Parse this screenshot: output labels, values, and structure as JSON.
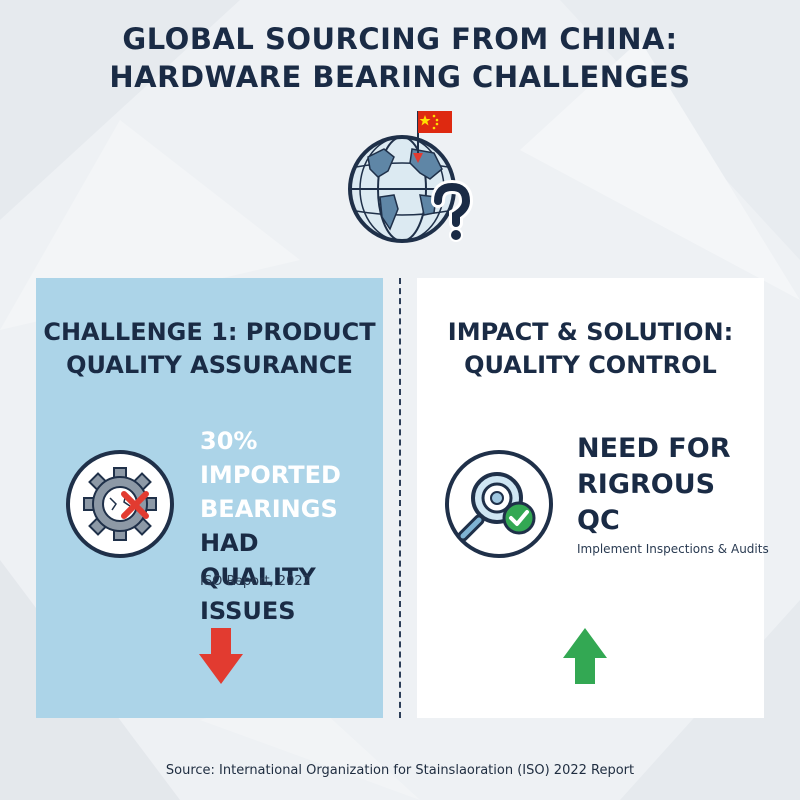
{
  "title": {
    "line1": "GLOBAL SOURCING FROM CHINA:",
    "line2": "HARDWARE BEARING CHALLENGES"
  },
  "header_icons": [
    "globe-icon",
    "china-flag-icon",
    "question-mark-icon"
  ],
  "left_panel": {
    "heading_line1": "CHALLENGE 1: PRODUCT",
    "heading_line2": "QUALITY ASSURANCE",
    "icon": "broken-gear-bearing-icon",
    "stat_part1": "30%",
    "stat_part2": "IMPORTED",
    "stat_part3": "BEARINGS",
    "stat_part4": " HAD",
    "stat_part5": "QUALITY ISSUES",
    "reference": "ISO Report, 2022",
    "trend_icon": "red-down-arrow-icon"
  },
  "right_panel": {
    "heading_line1": "IMPACT & SOLUTION:",
    "heading_line2": "QUALITY CONTROL",
    "icon": "magnifier-checkmark-icon",
    "need_line1": "NEED FOR",
    "need_line2": "RIGROUS",
    "need_line3": "QC",
    "subtext": "Implement Inspections & Audits",
    "trend_icon": "green-up-arrow-icon"
  },
  "footer": {
    "source": "Source: International Organization for Stainslaoration (ISO) 2022 Report"
  },
  "colors": {
    "navy": "#1a2b45",
    "left_panel_bg": "#acd4e8",
    "right_panel_bg": "#ffffff",
    "red": "#e23b30",
    "green": "#33a853",
    "flag_red": "#de2910",
    "flag_star": "#ffde00"
  }
}
